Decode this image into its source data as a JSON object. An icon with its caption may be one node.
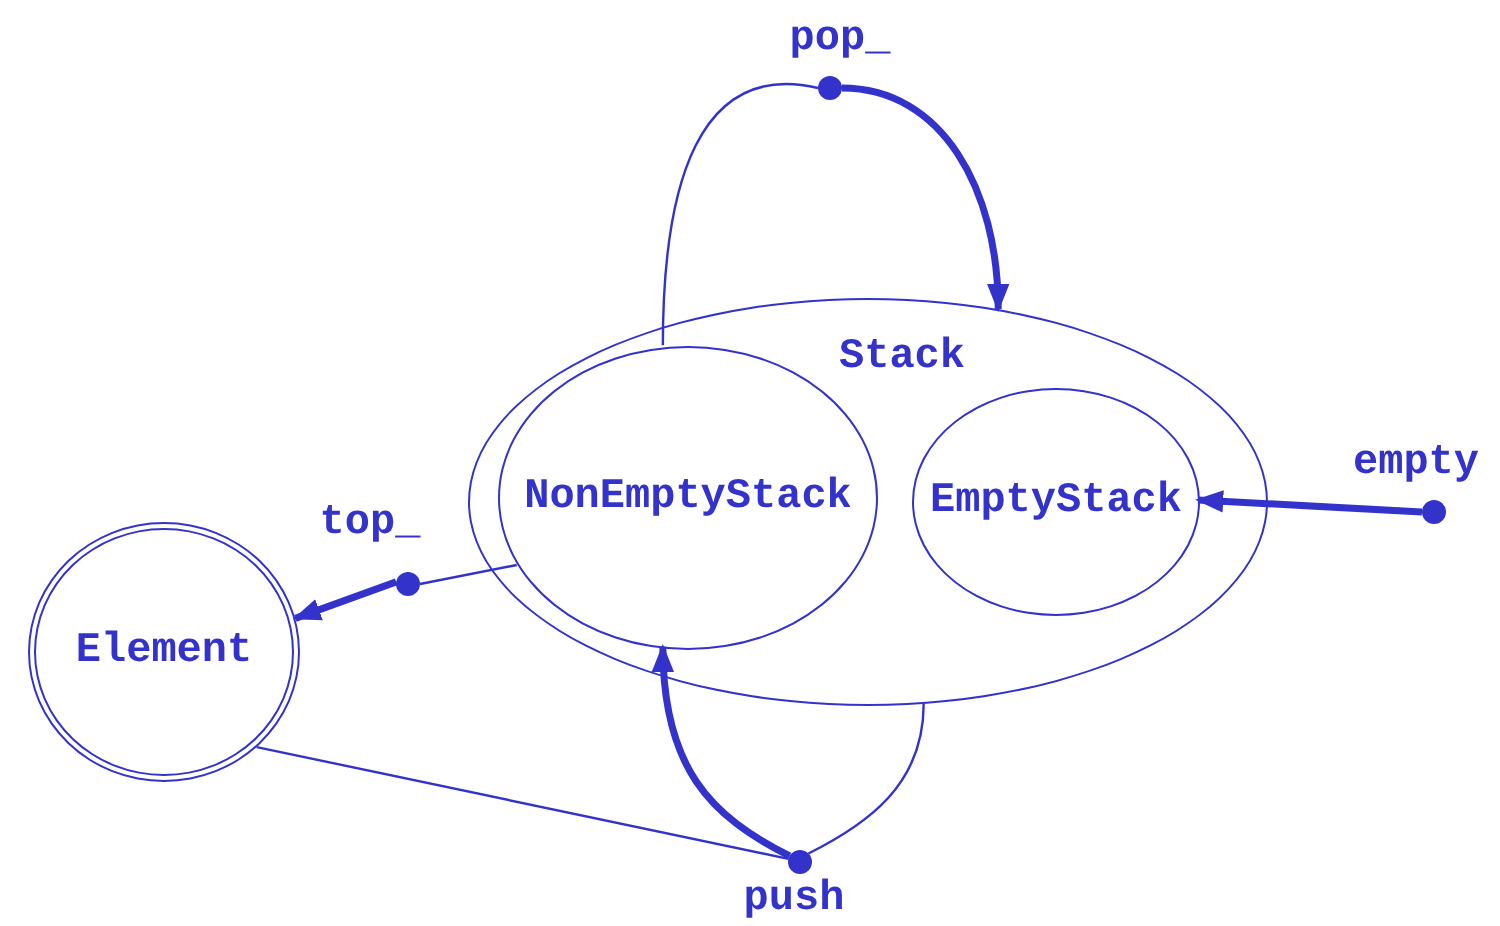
{
  "diagram": {
    "nodes": [
      {
        "text": [
          "pop_"
        ]
      },
      {
        "text": [
          "Stack"
        ]
      },
      {
        "text": [
          "NonEmptyStack"
        ],
        "in": 1
      },
      {
        "text": [
          "EmptyStack"
        ],
        "in": 1
      },
      {
        "text": [
          "empty"
        ]
      },
      {
        "text": [
          "top_"
        ]
      },
      {
        "text": [
          "Element"
        ]
      },
      {
        "text": [
          "push"
        ]
      }
    ],
    "edges": [
      {
        "from": 0,
        "to": 2,
        "arrow": "none"
      },
      {
        "from": 0,
        "to": 1,
        "arrow": "to",
        "style": "thick"
      },
      {
        "from": 4,
        "to": 3,
        "arrow": "to",
        "style": "thick"
      },
      {
        "from": 2,
        "to": 5,
        "arrow": "none"
      },
      {
        "from": 5,
        "to": 6,
        "arrow": "to",
        "style": "thick"
      },
      {
        "from": 1,
        "to": 7,
        "arrow": "none"
      },
      {
        "from": 6,
        "to": 7,
        "arrow": "none"
      },
      {
        "from": 7,
        "to": 2,
        "arrow": "to",
        "style": "thick"
      }
    ]
  }
}
